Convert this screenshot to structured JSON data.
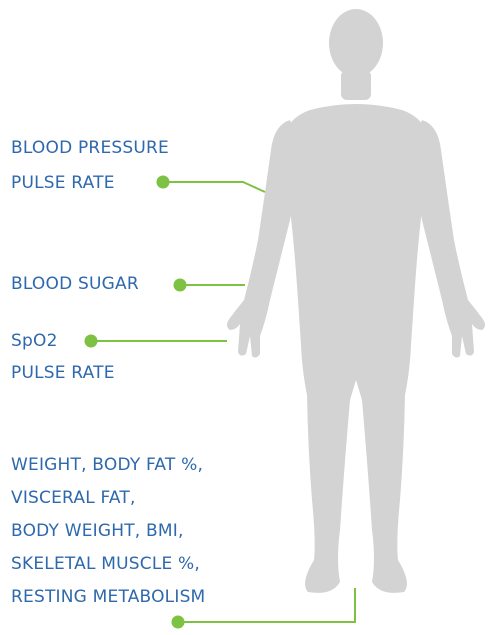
{
  "labels": {
    "blood_pressure": "BLOOD PRESSURE",
    "pulse_rate_upper": "PULSE RATE",
    "blood_sugar": "BLOOD SUGAR",
    "spo2": "SpO2",
    "pulse_rate_lower": "PULSE RATE",
    "body_composition": [
      "WEIGHT, BODY FAT %,",
      "VISCERAL FAT,",
      "BODY WEIGHT, BMI,",
      "SKELETAL MUSCLE %,",
      "RESTING METABOLISM"
    ]
  },
  "colors": {
    "text": "#2e68ad",
    "connector": "#7dc242",
    "silhouette": "#d3d3d3"
  }
}
